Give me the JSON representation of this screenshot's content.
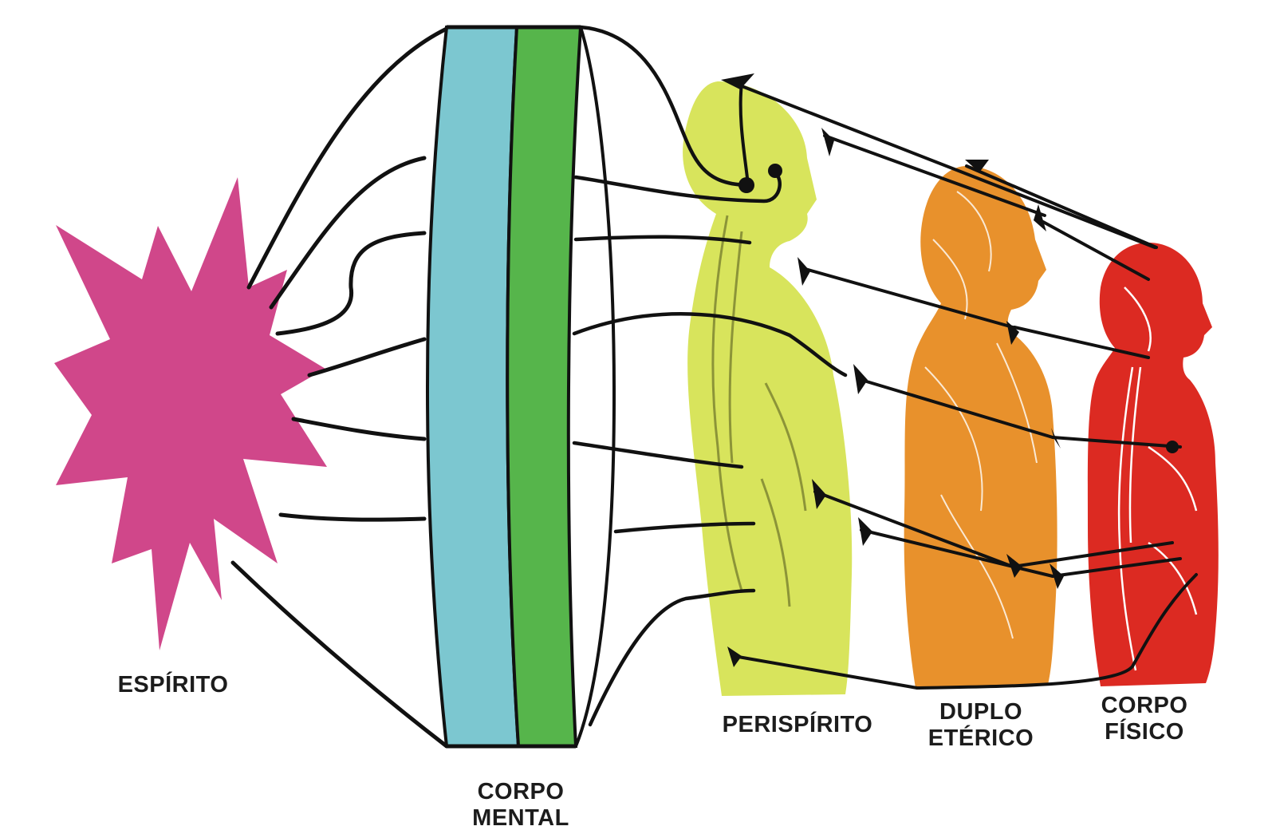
{
  "labels": {
    "espirito": "ESPÍRITO",
    "corpo_mental_line1": "CORPO",
    "corpo_mental_line2": "MENTAL",
    "perispirito": "PERISPÍRITO",
    "duplo_eterico_line1": "DUPLO",
    "duplo_eterico_line2": "ETÉRICO",
    "corpo_fisico_line1": "CORPO",
    "corpo_fisico_line2": "FÍSICO"
  },
  "colors": {
    "espirito_star": "#d0478a",
    "corpo_mental_outer": "#7cc7d0",
    "corpo_mental_inner": "#56b54b",
    "perispirito_body": "#d8e45c",
    "duplo_eterico_body": "#e8912c",
    "corpo_fisico_body": "#dc2a22",
    "line": "#111111"
  },
  "icons": {
    "espirito": "star-burst-icon",
    "corpo_mental": "lens-disc-icon",
    "perispirito": "human-profile-icon",
    "duplo_eterico": "human-profile-icon",
    "corpo_fisico": "human-profile-icon"
  }
}
